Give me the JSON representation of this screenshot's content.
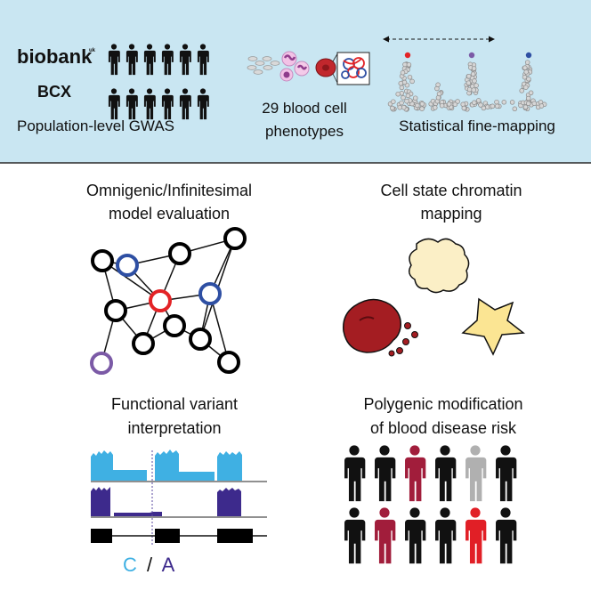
{
  "top_panel": {
    "logo": "biobank",
    "logo_mark": "uk",
    "consortium": "BCX",
    "gwas_label": "Population-level GWAS",
    "phenotypes_line1": "29 blood cell",
    "phenotypes_line2": "phenotypes",
    "finemap_label": "Statistical fine-mapping"
  },
  "panels": {
    "omnigenic_line1": "Omnigenic/Infinitesimal",
    "omnigenic_line2": "model evaluation",
    "chromatin_line1": "Cell state chromatin",
    "chromatin_line2": "mapping",
    "functional_line1": "Functional variant",
    "functional_line2": "interpretation",
    "polygenic_line1": "Polygenic modification",
    "polygenic_line2": "of blood disease risk"
  },
  "alleles": {
    "ref": "C",
    "sep": "/",
    "alt": "A"
  },
  "colors": {
    "banner": "#c9e6f2",
    "node_black": "#000000",
    "node_blue": "#2e4fa3",
    "node_red": "#e32326",
    "node_purple": "#7b5aa6",
    "allele_c": "#3fb0e3",
    "allele_a": "#3d2a8c",
    "person_black": "#111111",
    "person_maroon": "#a11d3b",
    "person_gray": "#b0b0b0",
    "person_red": "#e11f26",
    "logo_green": "#1f6b5a",
    "bcx_blue": "#2e4fa3",
    "rbc_red": "#a41d22",
    "cell_cream": "#fbefc6",
    "cell_yellow": "#fbe593"
  }
}
